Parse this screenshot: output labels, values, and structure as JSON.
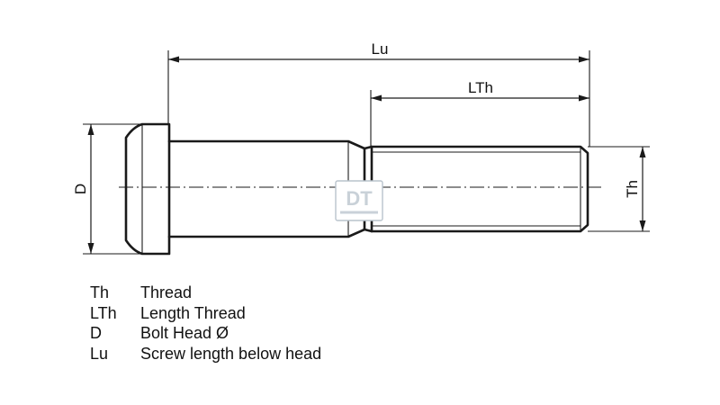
{
  "dimensions": {
    "lu": "Lu",
    "lth": "LTh",
    "d": "D",
    "th": "Th"
  },
  "watermark": {
    "icon": "dt-spare-parts-logo",
    "text": "DT"
  },
  "legend": [
    {
      "abbr": "Th",
      "desc": "Thread"
    },
    {
      "abbr": "LTh",
      "desc": "Length Thread"
    },
    {
      "abbr": "D",
      "desc": "Bolt Head Ø"
    },
    {
      "abbr": "Lu",
      "desc": "Screw length below head"
    }
  ]
}
